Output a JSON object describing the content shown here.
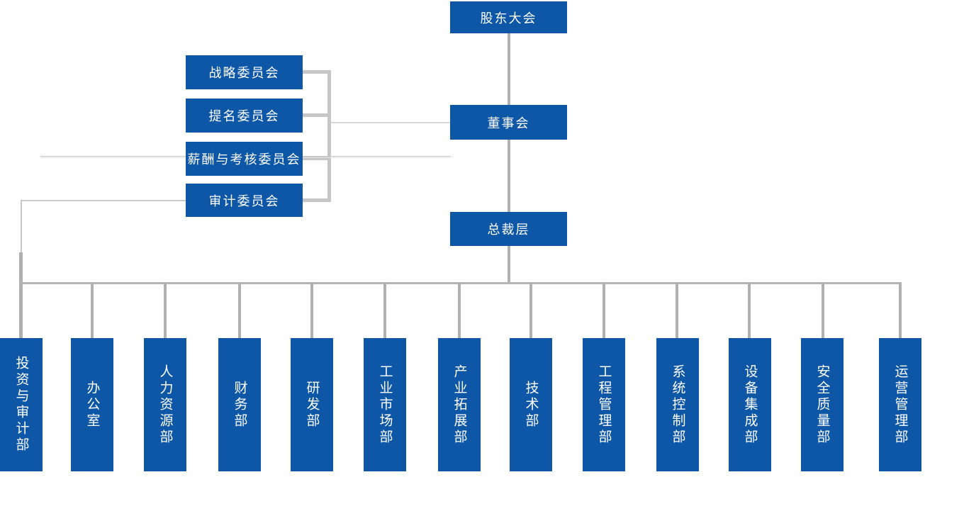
{
  "colors": {
    "node_fill": "#0d57a6",
    "node_text": "#ffffff",
    "connector_gray": "#b2b2b2",
    "bracket_gray": "#c6c6c6",
    "thin_line_gray": "#d9d9d9"
  },
  "org": {
    "root": {
      "label": "股东大会"
    },
    "board": {
      "label": "董事会"
    },
    "president": {
      "label": "总裁层"
    },
    "committees": [
      {
        "label": "战略委员会"
      },
      {
        "label": "提名委员会"
      },
      {
        "label": "薪酬与考核委员会"
      },
      {
        "label": "审计委员会"
      }
    ],
    "departments": [
      {
        "label": "投资与审计部"
      },
      {
        "label": "办公室"
      },
      {
        "label": "人力资源部"
      },
      {
        "label": "财务部"
      },
      {
        "label": "研发部"
      },
      {
        "label": "工业市场部"
      },
      {
        "label": "产业拓展部"
      },
      {
        "label": "技术部"
      },
      {
        "label": "工程管理部"
      },
      {
        "label": "系统控制部"
      },
      {
        "label": "设备集成部"
      },
      {
        "label": "安全质量部"
      },
      {
        "label": "运营管理部"
      }
    ]
  }
}
